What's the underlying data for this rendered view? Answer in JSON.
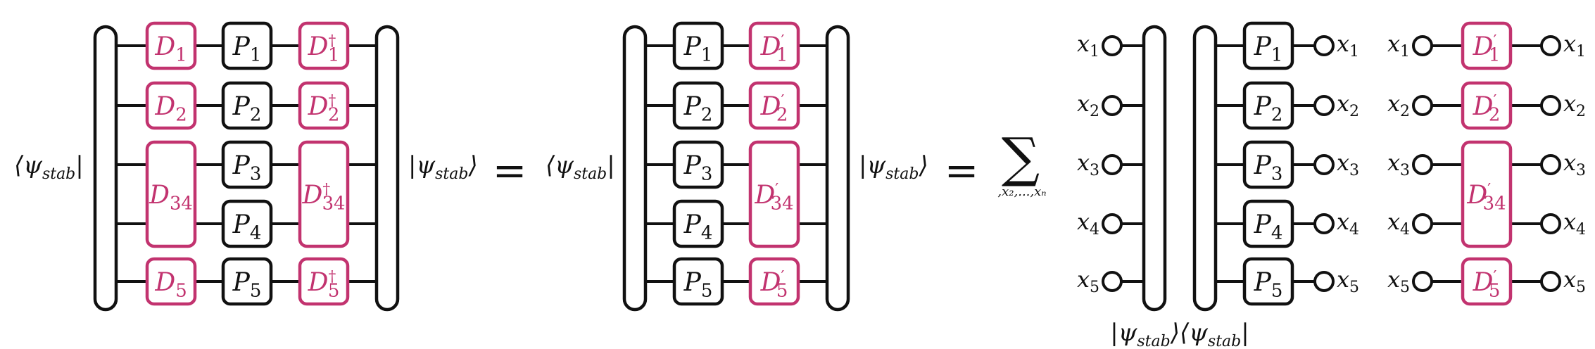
{
  "colors": {
    "ink": "#111111",
    "accent": "#c2336f"
  },
  "panel1": {
    "bra": "⟨ψ",
    "ket": "|ψ",
    "stab": "stab",
    "gates_left": [
      {
        "base": "D",
        "sub": "1"
      },
      {
        "base": "D",
        "sub": "2"
      },
      {
        "base": "D",
        "sub": "34"
      },
      {
        "base": "D",
        "sub": "5"
      }
    ],
    "gates_mid": [
      {
        "base": "P",
        "sub": "1"
      },
      {
        "base": "P",
        "sub": "2"
      },
      {
        "base": "P",
        "sub": "3"
      },
      {
        "base": "P",
        "sub": "4"
      },
      {
        "base": "P",
        "sub": "5"
      }
    ],
    "gates_right": [
      {
        "base": "D",
        "sub": "1",
        "sup": "†"
      },
      {
        "base": "D",
        "sub": "2",
        "sup": "†"
      },
      {
        "base": "D",
        "sub": "34",
        "sup": "†"
      },
      {
        "base": "D",
        "sub": "5",
        "sup": "†"
      }
    ]
  },
  "eq1": "=",
  "panel2": {
    "bra": "⟨ψ",
    "ket": "|ψ",
    "stab": "stab",
    "gates_mid": [
      {
        "base": "P",
        "sub": "1"
      },
      {
        "base": "P",
        "sub": "2"
      },
      {
        "base": "P",
        "sub": "3"
      },
      {
        "base": "P",
        "sub": "4"
      },
      {
        "base": "P",
        "sub": "5"
      }
    ],
    "gates_right": [
      {
        "base": "D",
        "sub": "1",
        "sup": "′"
      },
      {
        "base": "D",
        "sub": "2",
        "sup": "′"
      },
      {
        "base": "D",
        "sub": "34",
        "sup": "′"
      },
      {
        "base": "D",
        "sub": "5",
        "sup": "′"
      }
    ]
  },
  "eq2": "=",
  "sum": {
    "symbol": "∑",
    "subscript": ",x₂,...,xₙ"
  },
  "panel3": {
    "x_labels": [
      "x",
      "x",
      "x",
      "x",
      "x"
    ],
    "x_subs": [
      "1",
      "2",
      "3",
      "4",
      "5"
    ],
    "projector_label": "|ψstab⟩⟨ψstab|",
    "gates_p": [
      {
        "base": "P",
        "sub": "1"
      },
      {
        "base": "P",
        "sub": "2"
      },
      {
        "base": "P",
        "sub": "3"
      },
      {
        "base": "P",
        "sub": "4"
      },
      {
        "base": "P",
        "sub": "5"
      }
    ],
    "gates_d": [
      {
        "base": "D",
        "sub": "1",
        "sup": "′"
      },
      {
        "base": "D",
        "sub": "2",
        "sup": "′"
      },
      {
        "base": "D",
        "sub": "34",
        "sup": "′"
      },
      {
        "base": "D",
        "sub": "5",
        "sup": "′"
      }
    ]
  }
}
